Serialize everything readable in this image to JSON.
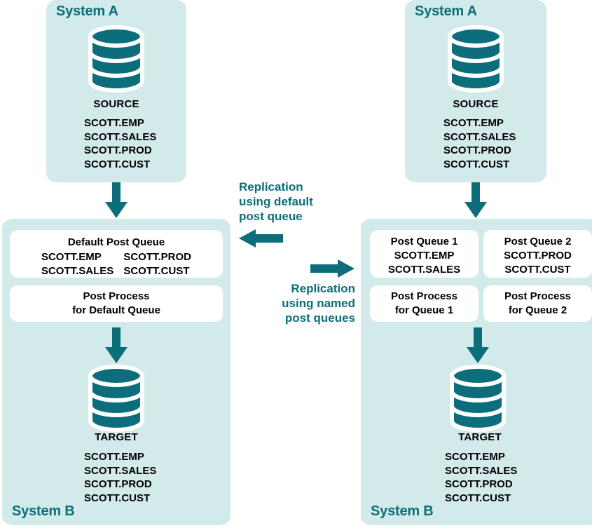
{
  "diagram": {
    "title": "Replication using default post queue vs named post queues",
    "colors": {
      "teal": "#0c6e7b",
      "panel_bg": "#d3eaea",
      "box_bg": "#ffffff",
      "text": "#000000"
    }
  },
  "left_flow": {
    "source_panel": {
      "system_label": "System A",
      "db_icon": "database-cylinder-icon",
      "node_title": "SOURCE",
      "tables": [
        "SCOTT.EMP",
        "SCOTT.SALES",
        "SCOTT.PROD",
        "SCOTT.CUST"
      ]
    },
    "target_panel": {
      "system_label": "System B",
      "db_icon": "database-cylinder-icon",
      "node_title": "TARGET",
      "tables": [
        "SCOTT.EMP",
        "SCOTT.SALES",
        "SCOTT.PROD",
        "SCOTT.CUST"
      ]
    },
    "queue_box": {
      "title": "Default Post Queue",
      "column_1": [
        "SCOTT.EMP",
        "SCOTT.SALES"
      ],
      "column_2": [
        "SCOTT.PROD",
        "SCOTT.CUST"
      ]
    },
    "process_box": {
      "line_1": "Post Process",
      "line_2": "for Default Queue"
    }
  },
  "right_flow": {
    "source_panel": {
      "system_label": "System A",
      "db_icon": "database-cylinder-icon",
      "node_title": "SOURCE",
      "tables": [
        "SCOTT.EMP",
        "SCOTT.SALES",
        "SCOTT.PROD",
        "SCOTT.CUST"
      ]
    },
    "target_panel": {
      "system_label": "System B",
      "db_icon": "database-cylinder-icon",
      "node_title": "TARGET",
      "tables": [
        "SCOTT.EMP",
        "SCOTT.SALES",
        "SCOTT.PROD",
        "SCOTT.CUST"
      ]
    },
    "queue_boxes": [
      {
        "title": "Post Queue 1",
        "tables": [
          "SCOTT.EMP",
          "SCOTT.SALES"
        ]
      },
      {
        "title": "Post Queue 2",
        "tables": [
          "SCOTT.PROD",
          "SCOTT.CUST"
        ]
      }
    ],
    "process_boxes": [
      {
        "line_1": "Post Process",
        "line_2": "for Queue 1"
      },
      {
        "line_1": "Post Process",
        "line_2": "for Queue 2"
      }
    ]
  },
  "center": {
    "left_caption": {
      "line_1": "Replication",
      "line_2": "using default",
      "line_3": "post queue",
      "arrow": "arrow-left-icon"
    },
    "right_caption": {
      "line_1": "Replication",
      "line_2": "using named",
      "line_3": "post queues",
      "arrow": "arrow-right-icon"
    }
  }
}
